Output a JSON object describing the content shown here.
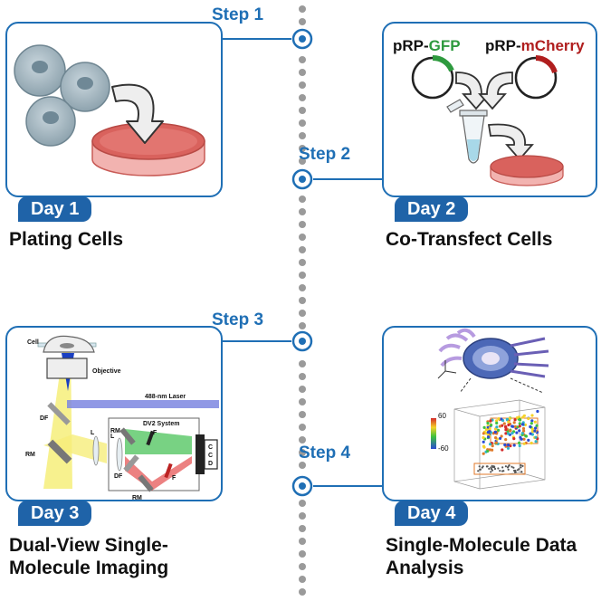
{
  "steps": [
    {
      "label": "Step 1",
      "day": "Day 1",
      "caption": [
        "Plating Cells"
      ]
    },
    {
      "label": "Step 2",
      "day": "Day 2",
      "caption": [
        "Co-Transfect Cells"
      ]
    },
    {
      "label": "Step 3",
      "day": "Day 3",
      "caption": [
        "Dual-View Single-",
        "Molecule Imaging"
      ]
    },
    {
      "label": "Step 4",
      "day": "Day 4",
      "caption": [
        "Single-Molecule Data",
        "Analysis"
      ]
    }
  ],
  "plasmids": {
    "gfp_prefix": "pRP-",
    "gfp_name": "GFP",
    "mcherry_prefix": "pRP-",
    "mcherry_name": "mCherry"
  },
  "optics": {
    "cell": "Cell",
    "objective": "Objective",
    "laser": "488-nm Laser",
    "df": "DF",
    "rm": "RM",
    "l": "L",
    "f": "F",
    "dv2": "DV2 System",
    "ccd": "CCD"
  },
  "colorbar": {
    "max": "60",
    "min": "-60"
  },
  "colors": {
    "accent": "#1f6fb5",
    "tab": "#1f63a8",
    "dots": "#9a9a9a",
    "gfp": "#2e9a3e",
    "mcherry": "#b01e1e"
  }
}
